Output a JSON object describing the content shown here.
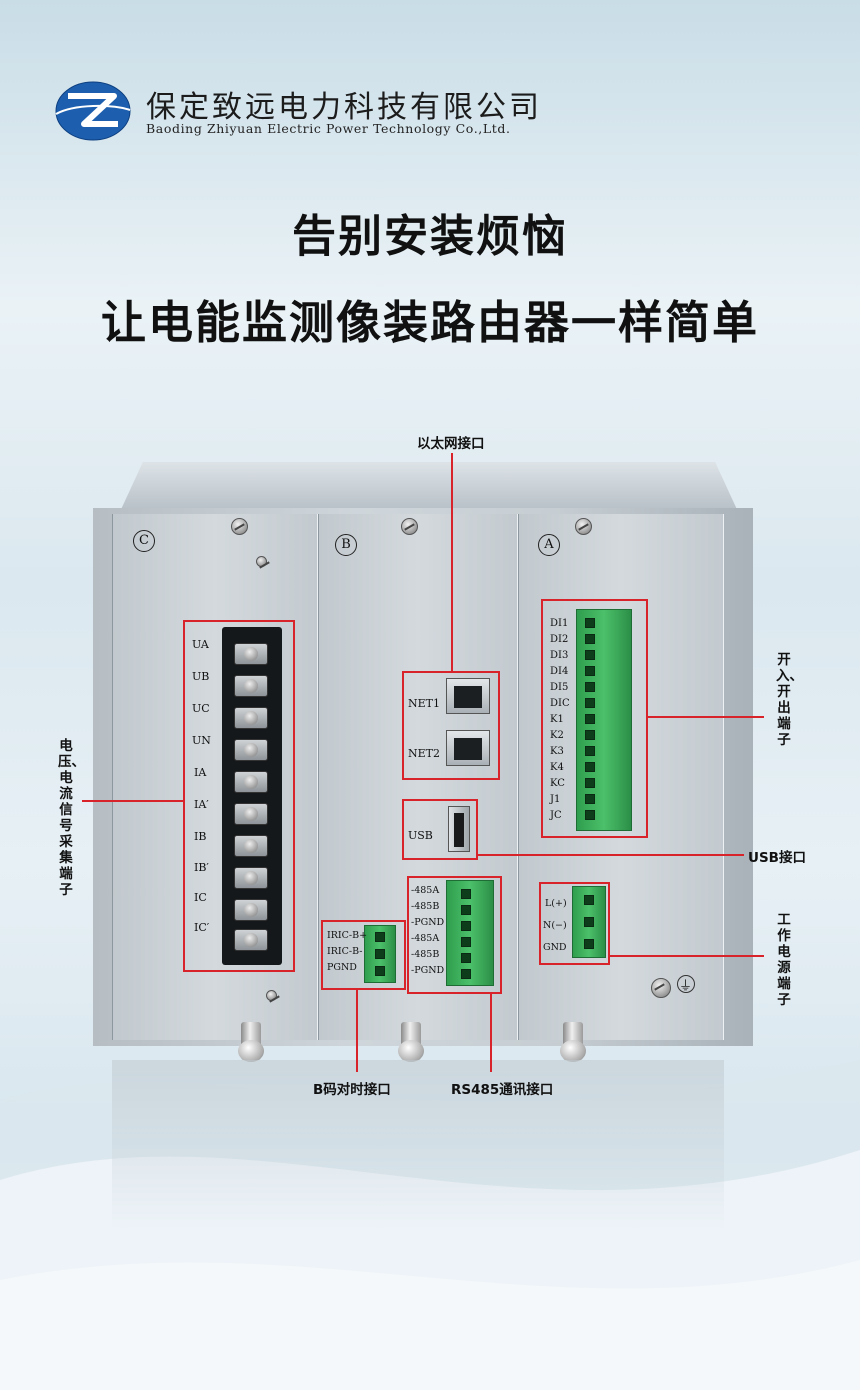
{
  "header": {
    "company_cn": "保定致远电力科技有限公司",
    "company_en": "Baoding Zhiyuan Electric Power Technology Co.,Ltd."
  },
  "headline": {
    "line1": "告别安装烦恼",
    "line2": "让电能监测像装路由器一样简单"
  },
  "device": {
    "slots": [
      "C",
      "B",
      "A"
    ],
    "voltage_current_terminals": [
      "UA",
      "UB",
      "UC",
      "UN",
      "IA",
      "IA′",
      "IB",
      "IB′",
      "IC",
      "IC′"
    ],
    "ethernet_ports": [
      "NET1",
      "NET2"
    ],
    "usb_label": "USB",
    "bcode_pins": [
      "IRIC-B+",
      "IRIC-B-",
      "PGND"
    ],
    "rs485_pins": [
      "-485A",
      "-485B",
      "-PGND",
      "-485A",
      "-485B",
      "-PGND"
    ],
    "io_pins": [
      "DI1",
      "DI2",
      "DI3",
      "DI4",
      "DI5",
      "DIC",
      "K1",
      "K2",
      "K3",
      "K4",
      "KC",
      "J1",
      "JC"
    ],
    "power_pins": [
      "L(+)",
      "N(−)",
      "GND"
    ]
  },
  "callouts": {
    "ethernet": "以太网接口",
    "voltage_current": "电压、电流信号采集端子",
    "io": "开入、开出端子",
    "usb": "USB接口",
    "power": "工作电源端子",
    "bcode": "B码对时接口",
    "rs485": "RS485通讯接口"
  },
  "colors": {
    "callout_red": "#d9232b",
    "connector_green": "#3fb35f",
    "logo_blue": "#1d5fae"
  }
}
